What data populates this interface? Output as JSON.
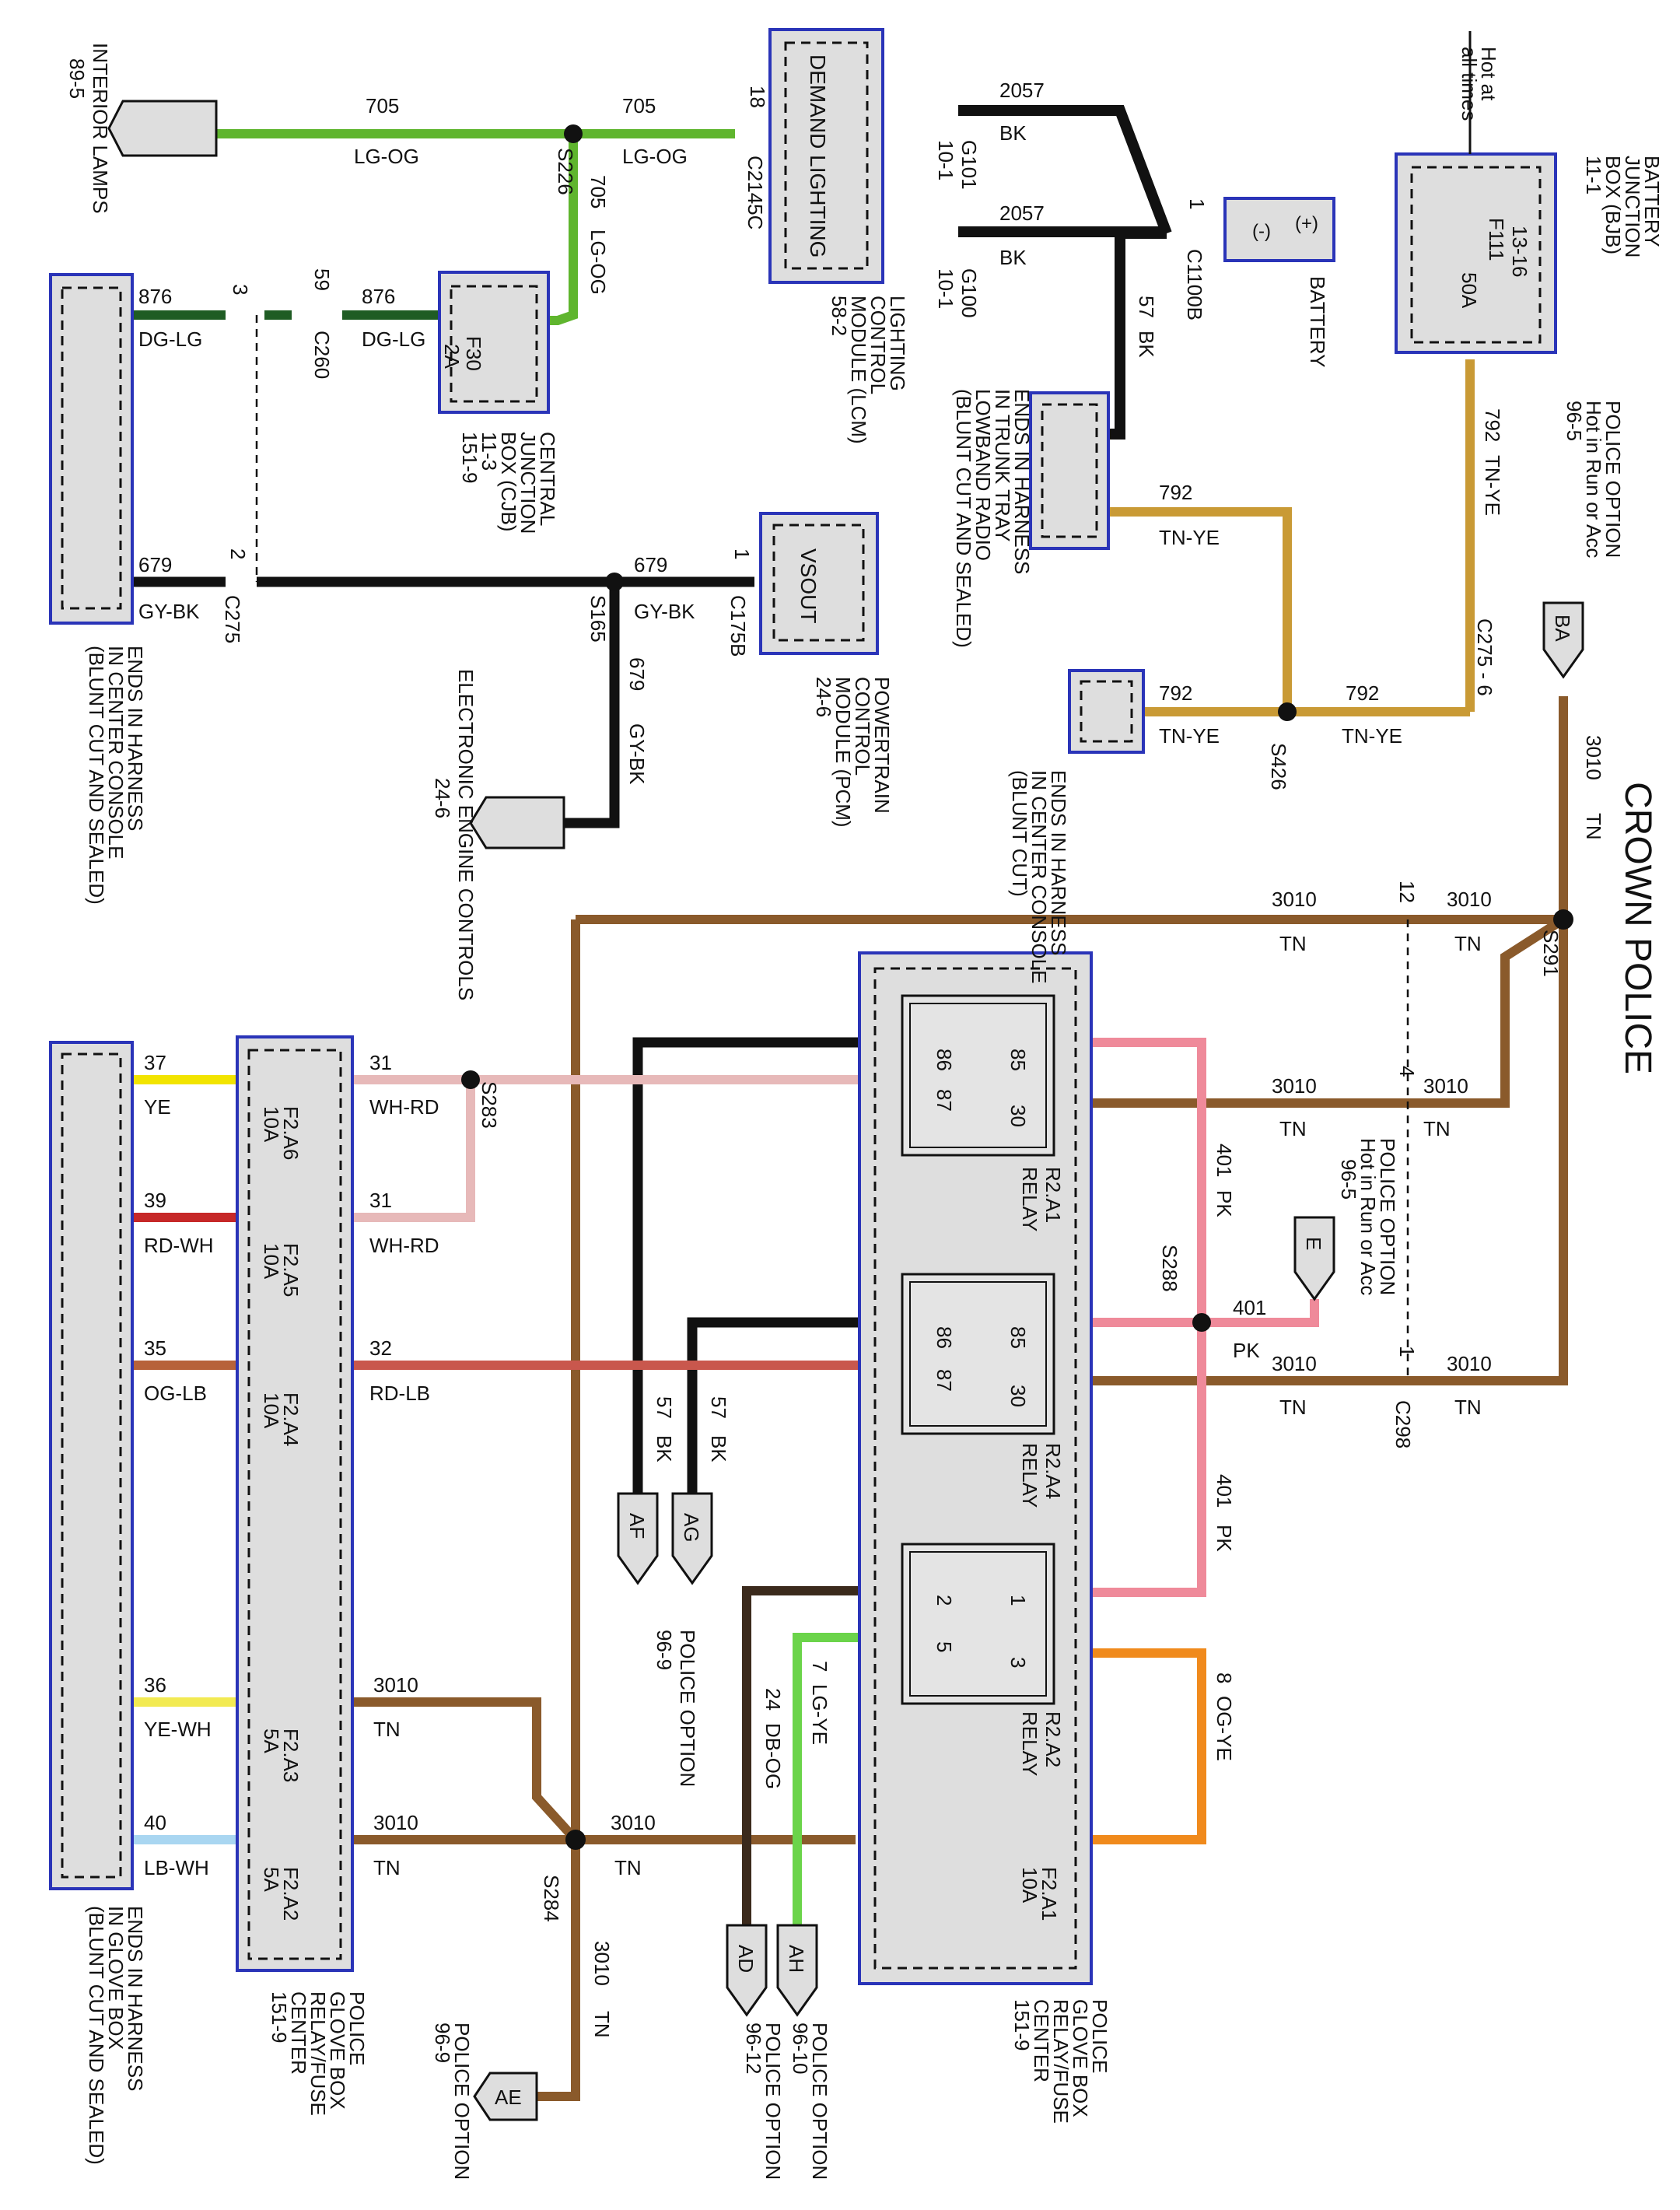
{
  "title": "CROWN POLICE",
  "colors": {
    "TN": "#8a5a2b",
    "LG-OG": "#5fb52e",
    "BK": "#111111",
    "GY-BK": "#222222",
    "DG-LG": "#1f5c24",
    "TN-YE": "#c99a35",
    "PK": "#ef8a9a",
    "WH-RD": "#e7b9b9",
    "RD-LB": "#c9574d",
    "YE": "#f2e400",
    "RD-WH": "#c62828",
    "OG-LB": "#b7623a",
    "YE-WH": "#f2ea52",
    "LB-WH": "#a9d6f1",
    "DB-OG": "#3b2a1c",
    "LG-YE": "#6bd44a",
    "OG-YE": "#f08a1c",
    "box": "#dedede",
    "box_border": "#2a34b8"
  },
  "labels": {
    "interior_lamps": [
      "INTERIOR LAMPS",
      "89-5"
    ],
    "lcm": "DEMAND LIGHTING",
    "lcm_name": [
      "LIGHTING",
      "CONTROL",
      "MODULE (LCM)",
      "58-2"
    ],
    "c2145c": "C2145C",
    "pin18": "18",
    "s226": "S226",
    "w705": "705",
    "lgog": "LG-OG",
    "cjb": [
      "CENTRAL",
      "JUNCTION",
      "BOX (CJB)",
      "11-3",
      "151-9"
    ],
    "f30": "F30",
    "f30a": "2A",
    "w876": "876",
    "dglg": "DG-LG",
    "c260": "C260",
    "pin3": "3",
    "pin59": "59",
    "w679": "679",
    "gybk": "GY-BK",
    "c275": "C275",
    "pin2": "2",
    "pin1": "1",
    "s165": "S165",
    "c175b": "C175B",
    "vsout": "VSOUT",
    "pcm": [
      "POWERTRAIN",
      "CONTROL",
      "MODULE (PCM)",
      "24-6"
    ],
    "eec": [
      "ELECTRONIC ENGINE CONTROLS",
      "24-6"
    ],
    "ends_cc_left": [
      "ENDS IN HARNESS",
      "IN CENTER CONSOLE",
      "(BLUNT CUT AND SEALED)"
    ],
    "w2057": "2057",
    "bk": "BK",
    "g101": [
      "G101",
      "10-1"
    ],
    "g100": [
      "G100",
      "10-1"
    ],
    "c1100b": "C1100B",
    "w57": "57",
    "pin1b": "1",
    "battery": "BATTERY",
    "plus": "(+)",
    "minus": "(-)",
    "trunk": [
      "ENDS IN HARNESS",
      "IN TRUNK TRAY",
      "LOWBAND RADIO",
      "(BLUNT CUT AND SEALED)"
    ],
    "w792": "792",
    "tnye": "TN-YE",
    "s426": "S426",
    "ends_cc_right": [
      "ENDS IN HARNESS",
      "IN CENTER CONSOLE",
      "(BLUNT CUT)"
    ],
    "hot": [
      "Hot at",
      "all times"
    ],
    "bjb": [
      "BATTERY",
      "JUNCTION",
      "BOX (BJB)",
      "11-1"
    ],
    "f111": "F111",
    "f111a": "50A",
    "f111p": "13-16",
    "police_opt": [
      "POLICE OPTION",
      "Hot in Run or Acc",
      "96-5"
    ],
    "c275_6": "C275 - 6",
    "ba": "BA",
    "w3010": "3010",
    "tn": "TN",
    "s291": "S291",
    "pin12": "12",
    "pin4": "4",
    "pin1c": "1",
    "c298": "C298",
    "w401": "401",
    "pk": "PK",
    "s288": "S288",
    "e": "E",
    "r2a1": [
      "R2.A1",
      "RELAY"
    ],
    "r2a4": [
      "R2.A4",
      "RELAY"
    ],
    "r2a2": [
      "R2.A2",
      "RELAY"
    ],
    "p86": "86",
    "p87": "87",
    "p85": "85",
    "p30": "30",
    "p2": "2",
    "p5": "5",
    "p1": "1",
    "p3": "3",
    "s283": "S283",
    "w31": "31",
    "whrd": "WH-RD",
    "w32": "32",
    "rdlb": "RD-LB",
    "w37": "37",
    "ye": "YE",
    "w39": "39",
    "rdwh": "RD-WH",
    "w35": "35",
    "oglb": "OG-LB",
    "w36": "36",
    "yewh": "YE-WH",
    "w40": "40",
    "lbwh": "LB-WH",
    "f2a6": [
      "F2.A6",
      "10A"
    ],
    "f2a5": [
      "F2.A5",
      "10A"
    ],
    "f2a4": [
      "F2.A4",
      "10A"
    ],
    "f2a3": [
      "F2.A3",
      "5A"
    ],
    "f2a2": [
      "F2.A2",
      "5A"
    ],
    "f2a1": [
      "F2.A1",
      "10A"
    ],
    "af": "AF",
    "ag": "AG",
    "ad": "AD",
    "ah": "AH",
    "ae": "AE",
    "police_opt_969": [
      "POLICE OPTION",
      "96-9"
    ],
    "police_opt_9610": [
      "POLICE OPTION",
      "96-10"
    ],
    "police_opt_9612": [
      "POLICE OPTION",
      "96-12"
    ],
    "s284": "S284",
    "w24": "24",
    "dbog": "DB-OG",
    "w7": "7",
    "lgye": "LG-YE",
    "w8": "8",
    "ogye": "OG-YE",
    "glove_center": [
      "POLICE",
      "GLOVE BOX",
      "RELAY/FUSE",
      "CENTER",
      "151-9"
    ],
    "glove_fuse": [
      "POLICE",
      "GLOVE BOX",
      "RELAY/FUSE",
      "CENTER",
      "151-9"
    ],
    "ends_glove": [
      "ENDS IN HARNESS",
      "IN GLOVE BOX",
      "(BLUNT CUT AND SEALED)"
    ]
  }
}
